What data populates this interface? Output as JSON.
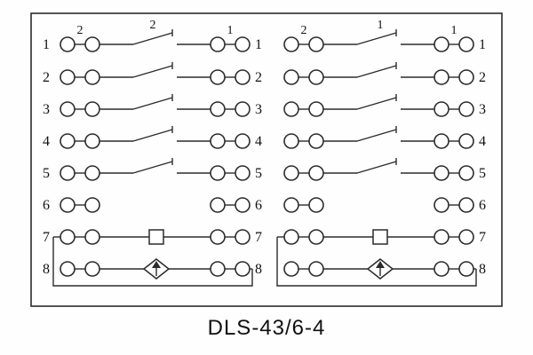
{
  "caption": "DLS-43/6-4",
  "row_labels": [
    "1",
    "2",
    "3",
    "4",
    "5",
    "6",
    "7",
    "8"
  ],
  "top_labels": {
    "left_panel": {
      "above_left_pair": "2",
      "above_switch": "2",
      "above_right_pair": "1"
    },
    "right_panel": {
      "above_left_pair": "2",
      "above_switch": "1",
      "above_right_pair": "1"
    }
  }
}
